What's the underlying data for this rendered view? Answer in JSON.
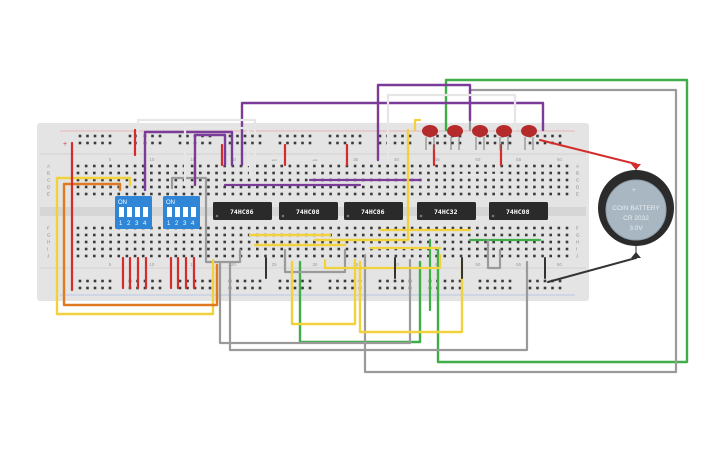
{
  "breadboard": {
    "row_letters_top": [
      "A",
      "B",
      "C",
      "D",
      "E"
    ],
    "row_letters_bottom": [
      "F",
      "G",
      "H",
      "I",
      "J"
    ],
    "column_numbers": [
      "5",
      "10",
      "15",
      "20",
      "25",
      "30",
      "35",
      "40",
      "45",
      "50",
      "55",
      "60"
    ]
  },
  "chips": [
    {
      "label": "74HC86"
    },
    {
      "label": "74HC08"
    },
    {
      "label": "74HC86"
    },
    {
      "label": "74HC32"
    },
    {
      "label": "74HC08"
    }
  ],
  "dip_switches": [
    {
      "label": "ON",
      "numbers": [
        "1",
        "2",
        "3",
        "4"
      ]
    },
    {
      "label": "ON",
      "numbers": [
        "1",
        "2",
        "3",
        "4"
      ]
    }
  ],
  "battery": {
    "line1": "COIN BATTERY",
    "line2": "CR 2032",
    "line3": "3.0V",
    "plus": "+"
  },
  "leds": {
    "count": 5,
    "color": "#b52a2a"
  },
  "wire_colors": {
    "red": "#d42b2b",
    "yellow": "#f2d23c",
    "purple": "#7b3b99",
    "green": "#3fae49",
    "gray": "#9a9a9a",
    "white": "#e6e6e6",
    "orange": "#e07a22",
    "black": "#333333"
  }
}
